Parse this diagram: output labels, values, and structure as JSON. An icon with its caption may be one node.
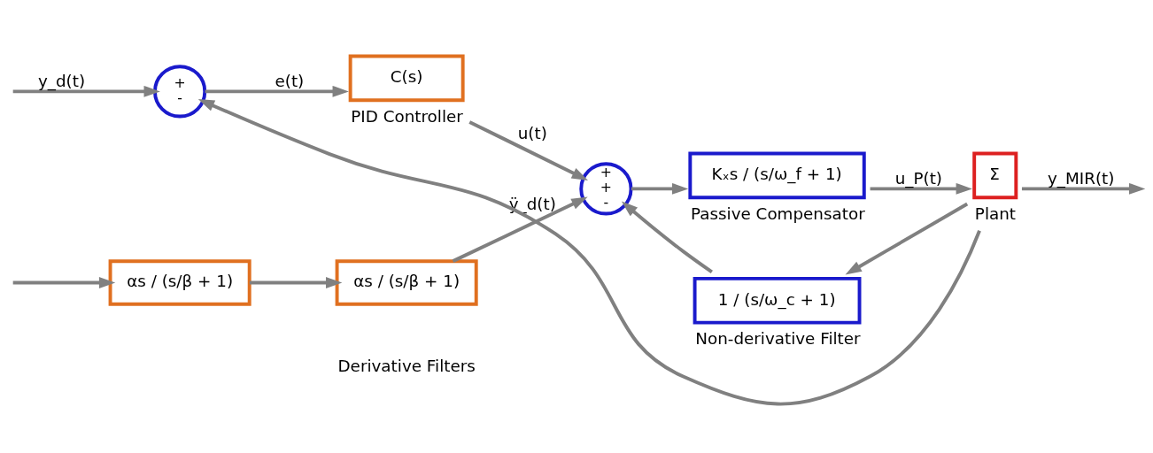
{
  "diagram": {
    "nodes": [
      {
        "text": [
          "αs / (s/β + 1)"
        ]
      },
      {
        "text": [
          "αs / (s/β + 1)"
        ]
      },
      {
        "text": [
          "+",
          "-"
        ]
      },
      {
        "text": [
          "C(s)"
        ],
        "beside": [
          "PID Controller"
        ]
      },
      {
        "text": [
          "+",
          "+",
          "-"
        ]
      },
      {
        "text": [
          "Kₓs / (s/ω_f + 1)"
        ],
        "beside": [
          "Passive Compensator"
        ]
      },
      {
        "text": [
          "Σ"
        ],
        "beside": [
          "Plant"
        ]
      },
      {
        "text": [
          "1 / (s/ω_c + 1)"
        ],
        "beside": [
          "Non-derivative Filter"
        ]
      }
    ],
    "edges": [
      {
        "from": null,
        "to": 2,
        "arrow": "to",
        "label": "y_d(t)"
      },
      {
        "from": null,
        "to": 0,
        "arrow": "to"
      },
      {
        "from": 0,
        "to": 1,
        "arrow": "to"
      },
      {
        "from": 1,
        "to": 4,
        "arrow": "to",
        "label": "ÿ_d(t)"
      },
      {
        "from": 2,
        "to": 3,
        "arrow": "to",
        "label": "e(t)"
      },
      {
        "from": 3,
        "to": 4,
        "arrow": "to",
        "label": "u(t)"
      },
      {
        "from": 4,
        "to": 5,
        "arrow": "to"
      },
      {
        "from": 5,
        "to": 6,
        "arrow": "to",
        "label": "u_P(t)"
      },
      {
        "from": 6,
        "to": null,
        "arrow": "to",
        "label": "y_MIR(t)"
      },
      {
        "from": 6,
        "to": 7,
        "arrow": "to"
      },
      {
        "from": 7,
        "to": 4,
        "arrow": "to"
      },
      {
        "from": 6,
        "to": 2,
        "arrow": "to"
      }
    ],
    "labels": [
      "Derivative Filters"
    ]
  }
}
